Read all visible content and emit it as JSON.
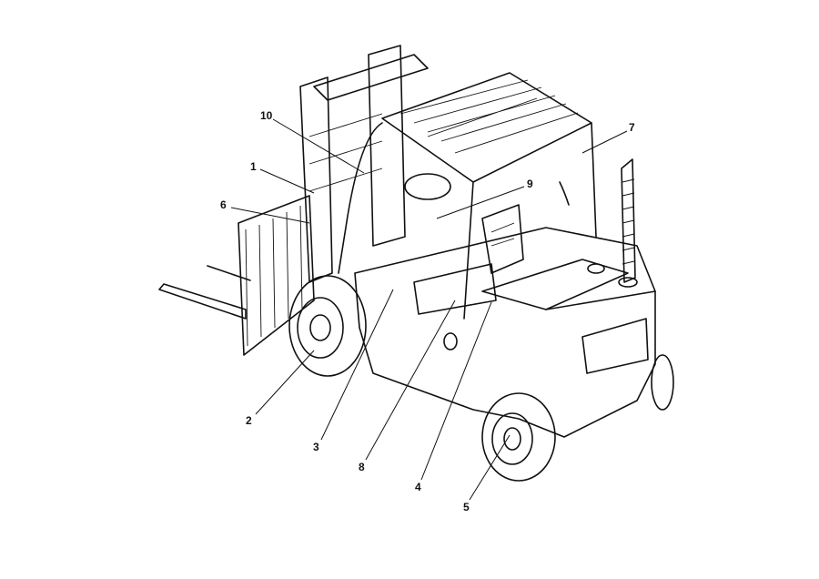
{
  "diagram": {
    "subject": "forklift",
    "callouts": [
      "1",
      "2",
      "3",
      "4",
      "5",
      "6",
      "7",
      "8",
      "9",
      "10"
    ],
    "colors": {
      "line": "#111111",
      "background": "#ffffff"
    }
  }
}
